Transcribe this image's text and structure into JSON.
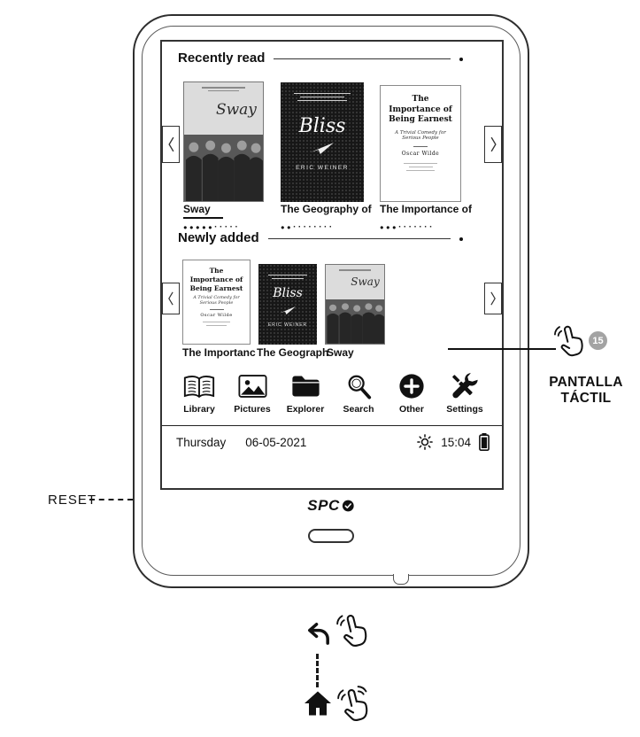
{
  "annotations": {
    "reset_label": "RESET",
    "callout_number": "15",
    "touchscreen_line1": "PANTALLA",
    "touchscreen_line2": "TÁCTIL"
  },
  "device": {
    "logo_text": "SPC"
  },
  "screen": {
    "sections": {
      "recently_read": "Recently read",
      "newly_added": "Newly added"
    },
    "recent_books": [
      {
        "label": "Sway",
        "dots_filled": "●●●●●",
        "dots_empty": "·····"
      },
      {
        "label": "The Geography of",
        "dots_filled": "●●",
        "dots_empty": "········"
      },
      {
        "label": "The Importance of",
        "dots_filled": "●●●",
        "dots_empty": "·······"
      }
    ],
    "new_books": [
      {
        "label": "The Importanc"
      },
      {
        "label": "The Geograph"
      },
      {
        "label": "Sway"
      }
    ],
    "menu_items": [
      {
        "label": "Library"
      },
      {
        "label": "Pictures"
      },
      {
        "label": "Explorer"
      },
      {
        "label": "Search"
      },
      {
        "label": "Other"
      },
      {
        "label": "Settings"
      }
    ],
    "status_bar": {
      "day": "Thursday",
      "date": "06-05-2021",
      "time": "15:04"
    },
    "covers": {
      "sway": {
        "title": "Sway"
      },
      "bliss": {
        "title": "Bliss",
        "author": "ERIC WEINER"
      },
      "earnest": {
        "title": "The Importance of Being Earnest",
        "subtitle": "A Trivial Comedy for Serious People",
        "author": "Oscar Wilde"
      }
    }
  }
}
